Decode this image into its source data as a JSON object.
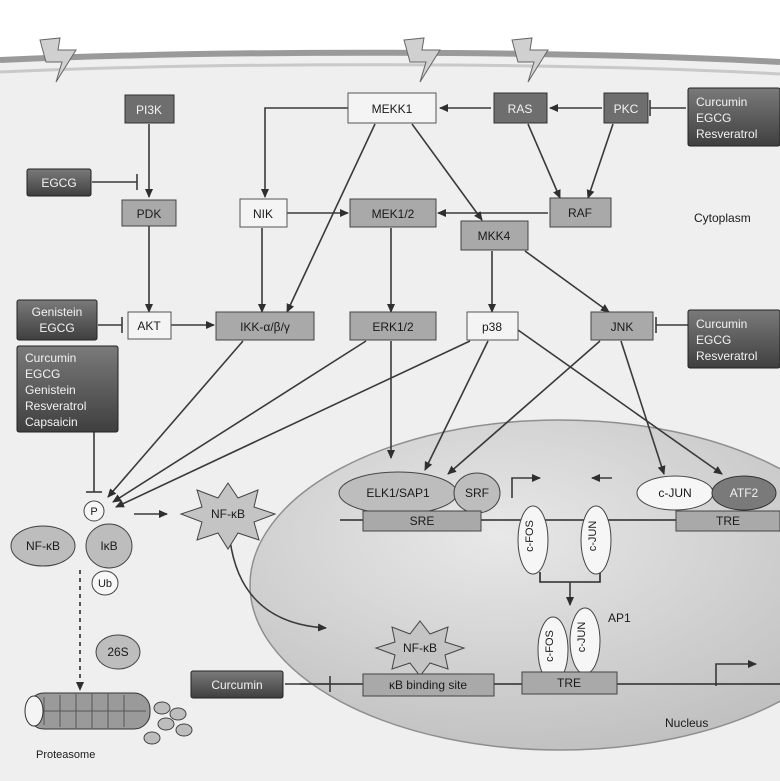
{
  "labels": {
    "cytoplasm": "Cytoplasm",
    "nucleus": "Nucleus",
    "proteasome": "Proteasome",
    "ap1": "AP1"
  },
  "kinases": {
    "pi3k": "PI3K",
    "pdk": "PDK",
    "akt": "AKT",
    "mekk1": "MEKK1",
    "ras": "RAS",
    "pkc": "PKC",
    "nik": "NIK",
    "mek12": "MEK1/2",
    "raf": "RAF",
    "mkk4": "MKK4",
    "ikk": "IKK-α/β/γ",
    "erk12": "ERK1/2",
    "p38": "p38",
    "jnk": "JNK"
  },
  "inhibitors": {
    "egcg_pdk": "EGCG",
    "genistein_egcg": [
      "Genistein",
      "EGCG"
    ],
    "pkc_group": [
      "Curcumin",
      "EGCG",
      "Resveratrol"
    ],
    "jnk_group": [
      "Curcumin",
      "EGCG",
      "Resveratrol"
    ],
    "ikb_group": [
      "Curcumin",
      "EGCG",
      "Genistein",
      "Resveratrol",
      "Capsaicin"
    ],
    "curcumin_nucleus": "Curcumin"
  },
  "complex": {
    "p": "P",
    "nfkb": "NF-κB",
    "ikb": "IκB",
    "ub": "Ub",
    "s26": "26S",
    "nfkb_active": "NF-κB",
    "nfkb_nuclear": "NF-κB"
  },
  "nucleus": {
    "elk1": "ELK1/SAP1",
    "srf": "SRF",
    "sre": "SRE",
    "cfos": "c-FOS",
    "cjun": "c-JUN",
    "cjun2": "c-JUN",
    "atf2": "ATF2",
    "tre1": "TRE",
    "ap1_cfos": "c-FOS",
    "ap1_cjun": "c-JUN",
    "tre2": "TRE",
    "kb_site": "κB binding site"
  },
  "colors": {
    "cytoplasm_fill": "#ececec",
    "nucleus_fill": "#d6d6d6",
    "inhibitor_fill": "#5a5a5a"
  }
}
